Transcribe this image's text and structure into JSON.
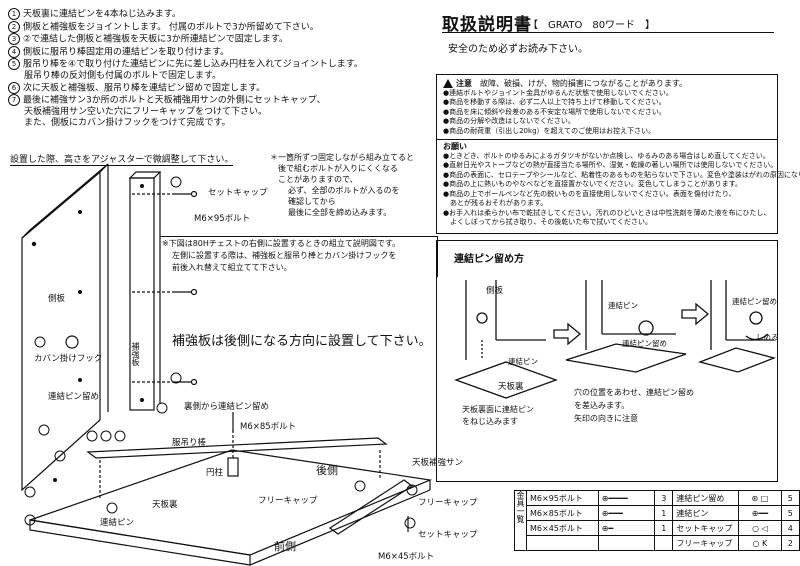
{
  "header": {
    "title": "取扱説明書",
    "model": "【　GRATO　80ワード　】",
    "safety_note": "安全のため必ずお読み下さい。"
  },
  "steps": [
    {
      "no": "1",
      "text": "天板裏に連結ピンを4本ねじ込みます。"
    },
    {
      "no": "2",
      "text": "側板と補強板をジョイントします。 付属のボルトで3か所留めて下さい。"
    },
    {
      "no": "3",
      "text": "②で連結した側板と補強板を天板に3か所連結ピンで固定します。"
    },
    {
      "no": "4",
      "text": "側板に服吊り棒固定用の連結ピンを取り付けます。"
    },
    {
      "no": "5",
      "text": "服吊り棒を④で取り付けた連結ピンに先に差し込み円柱を入れてジョイントします。"
    },
    {
      "no": "",
      "text": "服吊り棒の反対側も付属のボルトで固定します。"
    },
    {
      "no": "6",
      "text": "次に天板と補強板、服吊り棒を連結ピン留めで固定します。"
    },
    {
      "no": "7",
      "text": "最後に補強サン3か所のボルトと天板補強用サンの外側にセットキャップ、"
    },
    {
      "no": "",
      "text": "天板補強用サン空いた穴にフリーキャップをつけて下さい。"
    },
    {
      "no": "",
      "text": "また、側板にカバン掛けフックをつけて完成です。"
    }
  ],
  "adjuster_note": "設置した際、高さをアジャスターで微調整して下さい。",
  "tighten_note": [
    "＊一箇所ずつ固定しながら組み立てると",
    "後で組むボルトが入りにくくなる",
    "ことがありますので、",
    "必ず、全部のボルトが入るのを",
    "確認してから",
    "最後に全部を締め込みます。"
  ],
  "right_side_note": [
    "※下図は80Hチェストの右側に設置するときの組立て説明図です。",
    "左側に設置する際は、補強板と服吊り棒とカバン掛けフックを",
    "前後入れ替えて組立てて下さい。"
  ],
  "reinforce_note": "補強板は後側になる方向に設置して下さい。",
  "diagram_labels": {
    "set_cap": "セットキャップ",
    "bolt95": "M6×95ボルト",
    "side_board": "側板",
    "bag_hook": "カバン掛けフック",
    "reinforce_board": "補強板",
    "pin_lock": "連結ピン留め",
    "from_inside": "裏側から連結ピン留め",
    "bolt85": "M6×85ボルト",
    "hanger_rod": "服吊り棒",
    "cylinder": "円柱",
    "back_side": "後側",
    "top_reinforce": "天板補強サン",
    "top_back": "天板裏",
    "free_cap": "フリーキャップ",
    "pin": "連結ピン",
    "front_side": "前側",
    "bolt45": "M6×45ボルト"
  },
  "caution": {
    "heading": "注意",
    "heading_sub": "故障、破損、けが、物的損害につながることがあります。",
    "lines": [
      "●連結ボルトやジョイント金具がゆるんだ状態で使用しないでください。",
      "●商品を移動する際は、必ず二人以上で持ち上げて移動してください。",
      "●商品を床に傾斜や段差のある不安定な場所で使用しないでください。",
      "●商品の分解や改造はしないでください。",
      "●商品の耐荷重（引出し20kg）を超えてのご使用はお控え下さい。"
    ]
  },
  "request": {
    "heading": "お願い",
    "lines": [
      "●ときどき、ボルトのゆるみによるガタツキがないか点検し、ゆるみのある場合はしめ直してください。",
      "●直射日光やストーブなどの熱が直接当たる場所や、湿気・乾燥の著しい場所では使用しないでください。",
      "●商品の表面に、セロテープやシールなど、粘着性のあるものを貼らないで下さい。変色や塗装はがれの原因になります。",
      "●商品の上に熱いものやなべなどを直接置かないでください。変色してしまうことがあります。",
      "●商品の上でボールペンなど先の鋭いものを直接使用しないでください。表面を傷付けたり、",
      "　あとが残るおそれがあります。",
      "●お手入れは柔らかい布で乾拭きしてください。汚れのひどいときは中性洗剤を薄めた液を布にひたし、",
      "　よくしぼってから拭き取り、その後乾いた布で拭いてください。"
    ]
  },
  "pin_method": {
    "heading": "連結ピン留め方",
    "side_board": "側板",
    "pin": "連結ピン",
    "top_back": "天板裏",
    "pin_lock": "連結ピン",
    "pin_lock2": "連結ピン留め",
    "pin_lock3": "連結ピン留め",
    "tighten": "しめる",
    "caption1": [
      "天板裏面に連結ピン",
      "をねじ込みます"
    ],
    "caption2": [
      "穴の位置をあわせ、連結ピン留め",
      "を差込みます。",
      "矢印の向きに注意"
    ]
  },
  "parts": {
    "header": "金具一覧",
    "rows": [
      {
        "name": "M6×95ボルト",
        "qty": "3",
        "name2": "連結ピン留め",
        "qty2": "5"
      },
      {
        "name": "M6×85ボルト",
        "qty": "1",
        "name2": "連結ピン",
        "qty2": "5"
      },
      {
        "name": "M6×45ボルト",
        "qty": "1",
        "name2": "セットキャップ",
        "qty2": "4"
      },
      {
        "name": "",
        "qty": "",
        "name2": "フリーキャップ",
        "qty2": "2"
      }
    ]
  }
}
